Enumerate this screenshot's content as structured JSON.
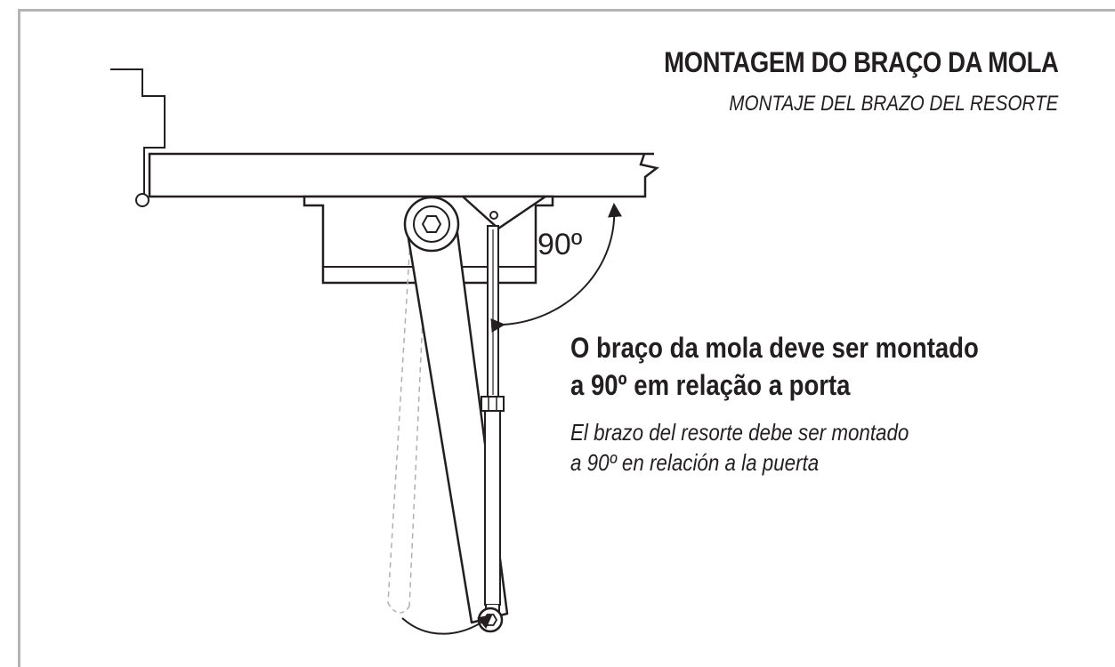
{
  "title": {
    "pt": "MONTAGEM DO BRAÇO DA MOLA",
    "es": "MONTAJE DEL BRAZO DEL RESORTE"
  },
  "angle_label": "90º",
  "note": {
    "pt_line1": "O braço da mola deve ser montado",
    "pt_line2": "a 90º em relação a porta",
    "es_line1": "El brazo del resorte debe ser montado",
    "es_line2": "a 90º en relación a la puerta"
  },
  "colors": {
    "ink": "#231f20",
    "frame": "#b4b4b4",
    "ghost": "#b0b0b0"
  }
}
